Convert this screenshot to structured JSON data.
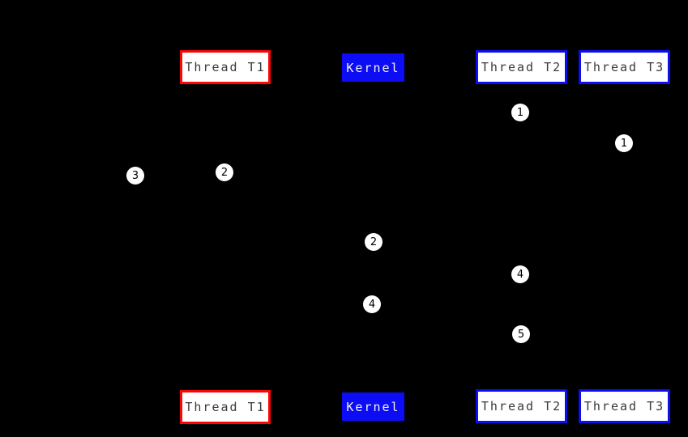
{
  "diagram": {
    "description": "Thread and kernel scheduling sequence diagram on black background",
    "colors": {
      "background": "#000000",
      "red_accent": "#fb0505",
      "blue_accent": "#0d0df5",
      "node_bg": "#ffffff",
      "node_text": "#3a3a3a",
      "kernel_text": "#f0f0f0",
      "marker_bg": "#ffffff",
      "marker_text": "#000000"
    },
    "top_row": {
      "thread_t1": "Thread T1",
      "kernel": "Kernel",
      "thread_t2": "Thread T2",
      "thread_t3": "Thread T3"
    },
    "bottom_row": {
      "thread_t1": "Thread T1",
      "kernel": "Kernel",
      "thread_t2": "Thread T2",
      "thread_t3": "Thread T3"
    },
    "step_markers": [
      {
        "label": "1"
      },
      {
        "label": "1"
      },
      {
        "label": "2"
      },
      {
        "label": "3"
      },
      {
        "label": "2"
      },
      {
        "label": "4"
      },
      {
        "label": "4"
      },
      {
        "label": "5"
      }
    ]
  }
}
